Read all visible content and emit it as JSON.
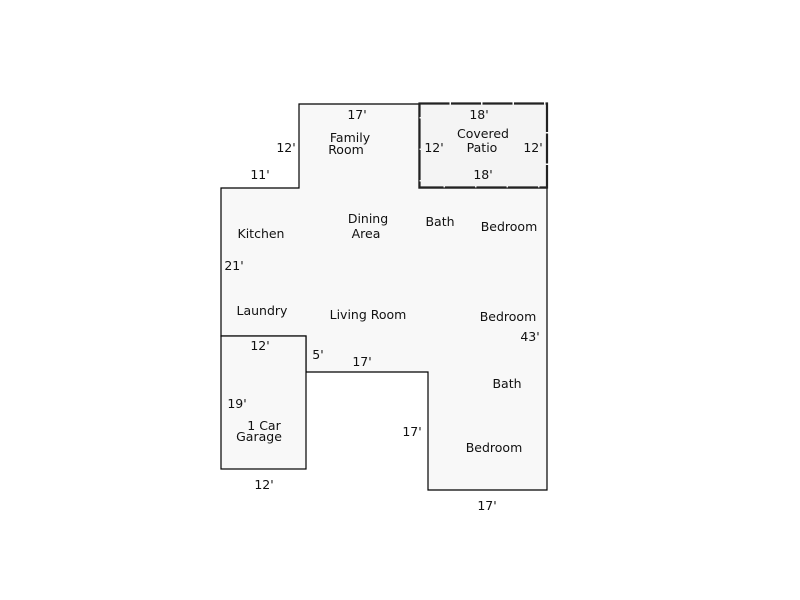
{
  "rooms": {
    "family_room": [
      "Family",
      "Room"
    ],
    "covered_patio": [
      "Covered",
      "Patio"
    ],
    "kitchen": "Kitchen",
    "dining_area": [
      "Dining",
      "Area"
    ],
    "bath_1": "Bath",
    "bedroom_1": "Bedroom",
    "laundry": "Laundry",
    "living_room": "Living Room",
    "bedroom_2": "Bedroom",
    "bath_2": "Bath",
    "bedroom_3": "Bedroom",
    "garage": [
      "1 Car",
      "Garage"
    ]
  },
  "dimensions": {
    "family_top": "17'",
    "family_left": "12'",
    "kitchen_top": "11'",
    "patio_top": "18'",
    "patio_left": "12'",
    "patio_right": "12'",
    "patio_bottom": "18'",
    "left_wall": "21'",
    "right_wall": "43'",
    "garage_top": "12'",
    "garage_side": "19'",
    "garage_bottom": "12'",
    "notch_side": "5'",
    "notch_top": "17'",
    "wing_left": "17'",
    "wing_bottom": "17'"
  },
  "colors": {
    "floor": "#f8f8f8",
    "wall": "#000000"
  }
}
